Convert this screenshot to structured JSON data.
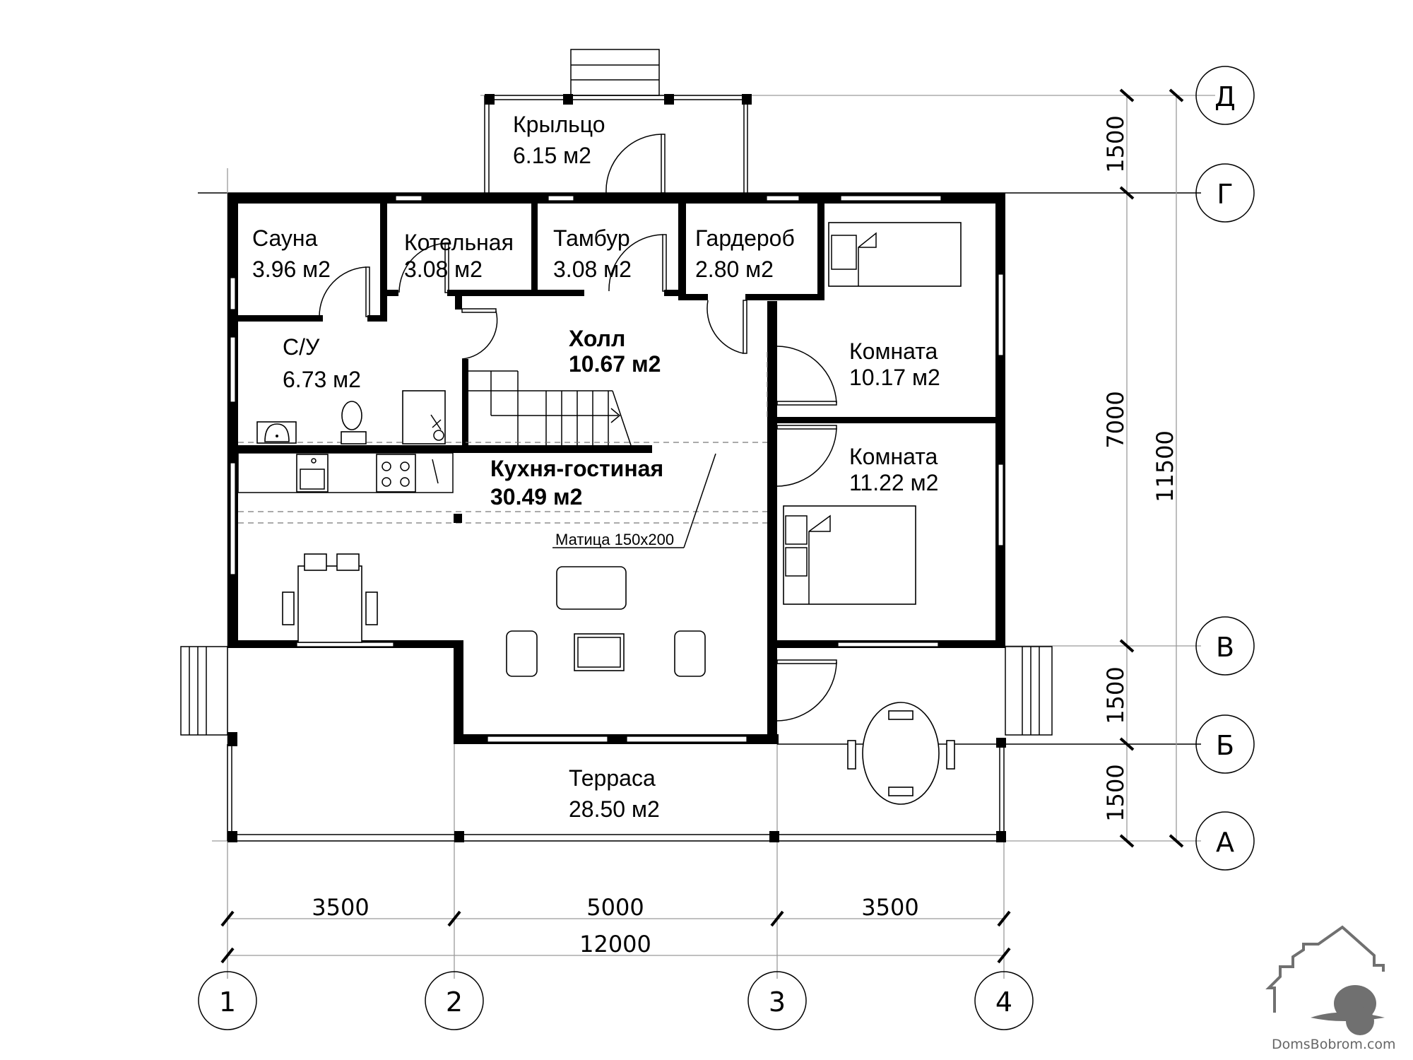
{
  "plan": {
    "rooms": [
      {
        "id": "porch",
        "name": "Крыльцо",
        "area": "6.15 м2"
      },
      {
        "id": "sauna",
        "name": "Сауна",
        "area": "3.96 м2"
      },
      {
        "id": "boiler",
        "name": "Котельная",
        "area": "3.08 м2"
      },
      {
        "id": "vestibule",
        "name": "Тамбур",
        "area": "3.08 м2"
      },
      {
        "id": "wardrobe",
        "name": "Гардероб",
        "area": "2.80 м2"
      },
      {
        "id": "bathroom",
        "name": "С/У",
        "area": "6.73 м2"
      },
      {
        "id": "hall",
        "name": "Холл",
        "area": "10.67 м2"
      },
      {
        "id": "room1",
        "name": "Комната",
        "area": "10.17 м2"
      },
      {
        "id": "room2",
        "name": "Комната",
        "area": "11.22 м2"
      },
      {
        "id": "kitchen",
        "name": "Кухня-гостиная",
        "area": "30.49 м2"
      },
      {
        "id": "terrace",
        "name": "Терраса",
        "area": "28.50 м2"
      }
    ],
    "beam_note": "Матица 150х200",
    "axes_letters": [
      "Д",
      "Г",
      "В",
      "Б",
      "А"
    ],
    "axes_numbers": [
      "1",
      "2",
      "3",
      "4"
    ],
    "dimensions_horizontal": {
      "segments": [
        "3500",
        "5000",
        "3500"
      ],
      "total": "12000"
    },
    "dimensions_vertical": {
      "segments": [
        "1500",
        "7000",
        "1500",
        "1500"
      ],
      "total": "11500"
    }
  },
  "watermark": {
    "text": "DomsBobrom.com",
    "icon": "house-beaver-logo"
  }
}
